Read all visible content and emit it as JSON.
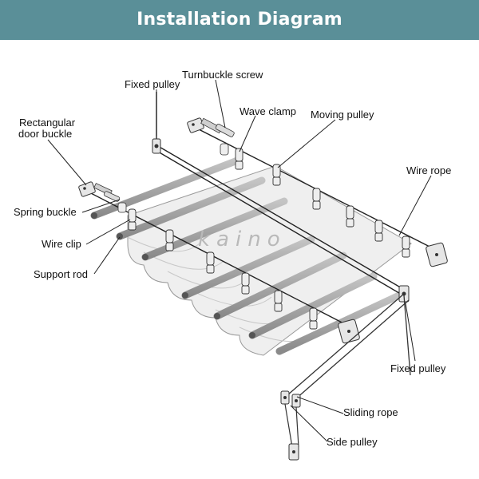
{
  "title": "Installation Diagram",
  "watermark": "kaino",
  "labels": {
    "turnbuckle_screw": "Turnbuckle screw",
    "fixed_pulley_top": "Fixed pulley",
    "rectangular_door_buckle_line1": "Rectangular",
    "rectangular_door_buckle_line2": "door buckle",
    "wave_clamp": "Wave clamp",
    "moving_pulley": "Moving pulley",
    "wire_rope": "Wire rope",
    "spring_buckle": "Spring buckle",
    "wire_clip": "Wire clip",
    "support_rod": "Support rod",
    "fixed_pulley_bottom": "Fixed pulley",
    "sliding_rope": "Sliding rope",
    "side_pulley": "Side pulley"
  },
  "colors": {
    "banner": "#5a8f98",
    "banner_text": "#ffffff",
    "rod": "#9a9a9a",
    "fabric": "#efefef",
    "line": "#222222"
  }
}
